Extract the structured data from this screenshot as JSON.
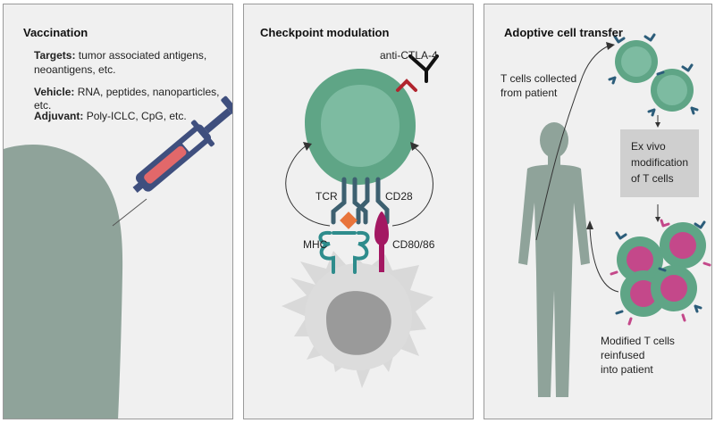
{
  "panels": {
    "vaccination": {
      "title": "Vaccination",
      "targets_label": "Targets:",
      "targets_text_1": "tumor associated antigens,",
      "targets_text_2": "neoantigens, etc.",
      "vehicle_label": "Vehicle:",
      "vehicle_text": "RNA, peptides, nanoparticles, etc.",
      "adjuvant_label": "Adjuvant:",
      "adjuvant_text": "Poly-ICLC, CpG, etc."
    },
    "checkpoint": {
      "title": "Checkpoint modulation",
      "anti_ctla4": "anti-CTLA-4",
      "tcr": "TCR",
      "cd28": "CD28",
      "mhc": "MHC",
      "cd80_86": "CD80/86"
    },
    "adoptive": {
      "title": "Adoptive cell transfer",
      "collected_1": "T cells collected",
      "collected_2": "from patient",
      "exvivo_1": "Ex vivo",
      "exvivo_2": "modification",
      "exvivo_3": "of T cells",
      "reinfused_1": "Modified T cells",
      "reinfused_2": "reinfused",
      "reinfused_3": "into patient"
    }
  },
  "colors": {
    "panel_bg": "#f0f0f0",
    "body_gray": "#8fa39a",
    "tcell_green": "#5fa586",
    "tcell_inner": "#7dbba1",
    "syringe_blue": "#3f4f7e",
    "syringe_fill": "#e2686a",
    "receptor_blue": "#3d6070",
    "receptor_teal": "#2e8c8c",
    "antigen_orange": "#e8743b",
    "cd80_magenta": "#a31862",
    "apc_gray": "#d9d9d9",
    "nucleus_gray": "#9a9a9a",
    "modified_nucleus": "#c4488a"
  }
}
